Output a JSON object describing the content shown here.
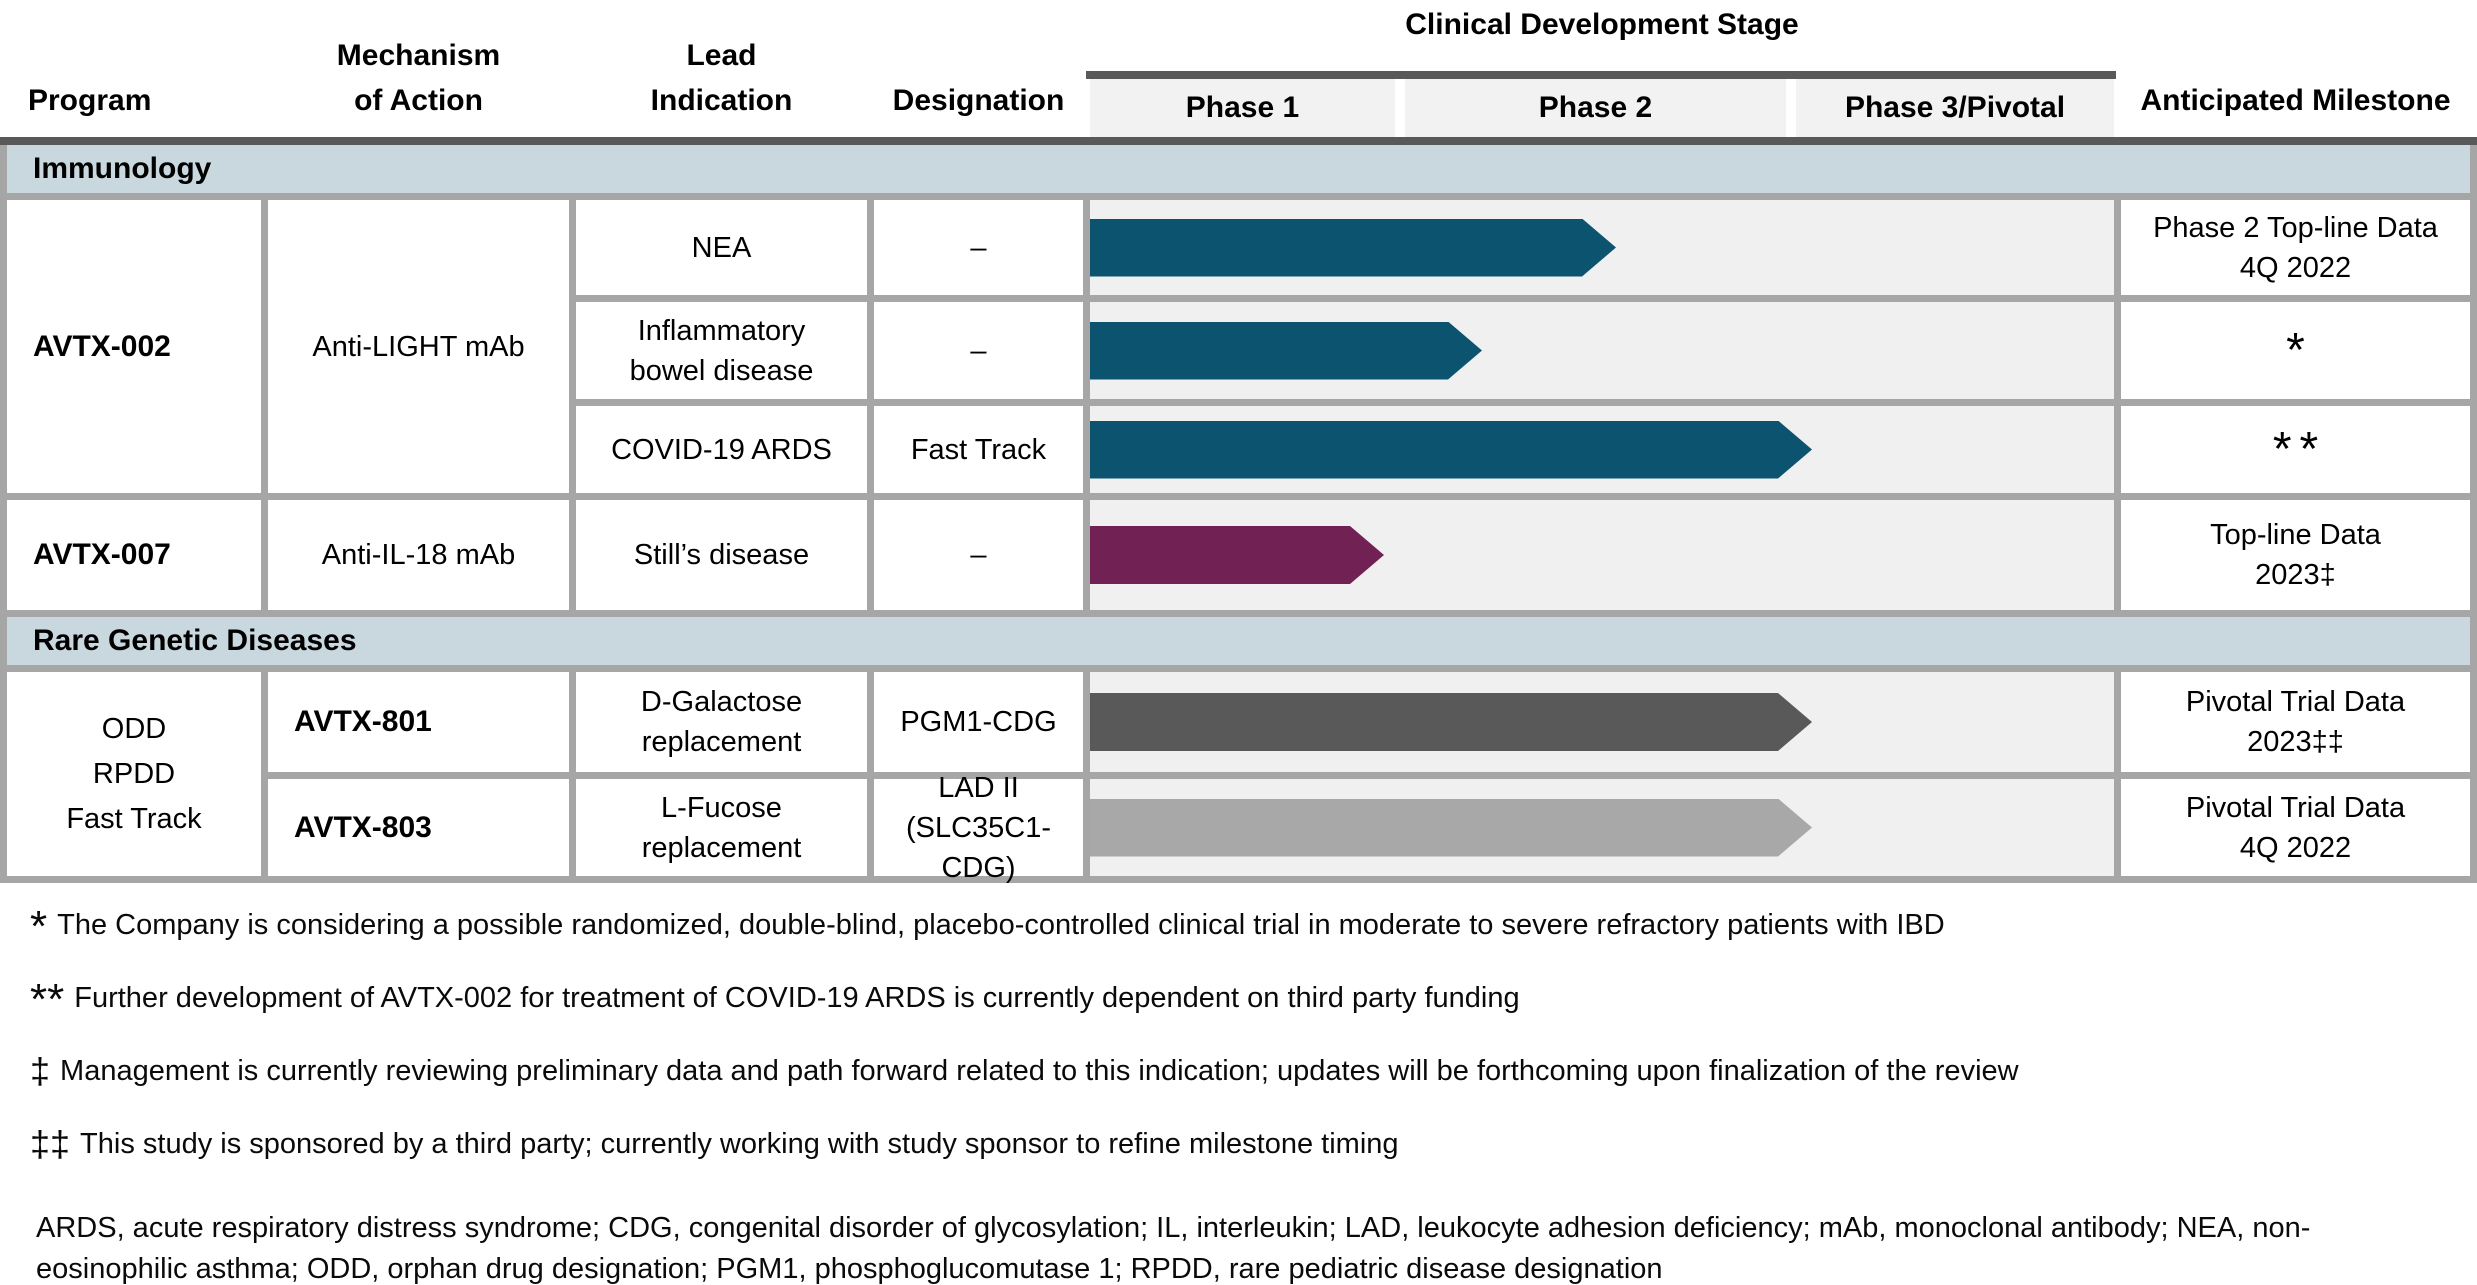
{
  "header": {
    "program": "Program",
    "mechanism": "Mechanism\nof Action",
    "lead": "Lead\nIndication",
    "designation": "Designation",
    "stage_title": "Clinical Development Stage",
    "phases": [
      "Phase 1",
      "Phase 2",
      "Phase 3/Pivotal"
    ],
    "milestone": "Anticipated Milestone"
  },
  "sections": {
    "immunology": "Immunology",
    "rare": "Rare Genetic Diseases"
  },
  "rows": {
    "avtx002": {
      "program": "AVTX-002",
      "mechanism": "Anti-LIGHT mAb"
    },
    "nea": {
      "indication": "NEA",
      "designation": "–",
      "milestone": "Phase 2 Top-line Data\n4Q 2022"
    },
    "ibd": {
      "indication": "Inflammatory\nbowel disease",
      "designation": "–",
      "milestone": "*"
    },
    "covid": {
      "indication": "COVID-19 ARDS",
      "designation": "Fast Track",
      "milestone": "**"
    },
    "avtx007": {
      "program": "AVTX-007",
      "mechanism": "Anti-IL-18 mAb",
      "indication": "Still’s disease",
      "designation": "–",
      "milestone": "Top-line Data\n2023‡"
    },
    "avtx801": {
      "program": "AVTX-801",
      "mechanism": "D-Galactose\nreplacement",
      "indication": "PGM1-CDG",
      "milestone": "Pivotal Trial Data\n2023‡‡"
    },
    "avtx803": {
      "program": "AVTX-803",
      "mechanism": "L-Fucose\nreplacement",
      "indication": "LAD II\n(SLC35C1-CDG)",
      "milestone": "Pivotal Trial Data\n4Q 2022"
    },
    "shared_designation": "ODD\nRPDD\nFast Track"
  },
  "bars": {
    "nea": {
      "style": "width:526px;background:#0B536F"
    },
    "ibd": {
      "style": "width:392px;background:#0B536F"
    },
    "covid": {
      "style": "width:722px;background:#0B536F"
    },
    "avtx007": {
      "style": "width:294px;background:#722155"
    },
    "avtx801": {
      "style": "width:722px;background:#595959"
    },
    "avtx803": {
      "style": "width:722px;background:#A8A8A8"
    }
  },
  "chart_data": {
    "type": "bar",
    "orientation": "horizontal",
    "title": "Clinical Development Stage",
    "x_axis": {
      "categories": [
        "Phase 1",
        "Phase 2",
        "Phase 3/Pivotal"
      ],
      "range": [
        0,
        3
      ],
      "grid": false
    },
    "legend": "none",
    "rows": [
      {
        "section": "Immunology",
        "program": "AVTX-002",
        "mechanism": "Anti-LIGHT mAb",
        "indication": "NEA",
        "designation": "–",
        "end_phase": 1.55,
        "color": "#0B536F",
        "milestone": "Phase 2 Top-line Data 4Q 2022"
      },
      {
        "section": "Immunology",
        "program": "AVTX-002",
        "mechanism": "Anti-LIGHT mAb",
        "indication": "Inflammatory bowel disease",
        "designation": "–",
        "end_phase": 1.2,
        "color": "#0B536F",
        "milestone": "*"
      },
      {
        "section": "Immunology",
        "program": "AVTX-002",
        "mechanism": "Anti-LIGHT mAb",
        "indication": "COVID-19 ARDS",
        "designation": "Fast Track",
        "end_phase": 2.05,
        "color": "#0B536F",
        "milestone": "**"
      },
      {
        "section": "Immunology",
        "program": "AVTX-007",
        "mechanism": "Anti-IL-18 mAb",
        "indication": "Still’s disease",
        "designation": "–",
        "end_phase": 0.95,
        "color": "#722155",
        "milestone": "Top-line Data 2023‡"
      },
      {
        "section": "Rare Genetic Diseases",
        "program": "AVTX-801",
        "mechanism": "D-Galactose replacement",
        "indication": "PGM1-CDG",
        "designation": "ODD RPDD Fast Track",
        "end_phase": 2.05,
        "color": "#595959",
        "milestone": "Pivotal Trial Data 2023‡‡"
      },
      {
        "section": "Rare Genetic Diseases",
        "program": "AVTX-803",
        "mechanism": "L-Fucose replacement",
        "indication": "LAD II (SLC35C1-CDG)",
        "designation": "ODD RPDD Fast Track",
        "end_phase": 2.05,
        "color": "#A8A8A8",
        "milestone": "Pivotal Trial Data 4Q 2022"
      }
    ]
  },
  "footnotes": [
    {
      "symbol": "*",
      "text": "The Company is considering a possible randomized, double-blind, placebo-controlled clinical trial in moderate to severe refractory patients with IBD"
    },
    {
      "symbol": "**",
      "text": "Further development of AVTX-002 for treatment of COVID-19 ARDS is currently dependent on third party funding"
    },
    {
      "symbol": "‡",
      "text": "Management is currently reviewing preliminary data and path forward related to this indication; updates will be forthcoming upon finalization of the review"
    },
    {
      "symbol": "‡‡",
      "text": "This study is sponsored by a third party; currently working with study sponsor to refine milestone timing"
    }
  ],
  "abbreviations": "ARDS, acute respiratory distress syndrome; CDG, congenital disorder of glycosylation; IL, interleukin; LAD, leukocyte adhesion deficiency; mAb, monoclonal antibody; NEA, non-eosinophilic asthma; ODD, orphan drug designation; PGM1, phosphoglucomutase 1; RPDD, rare pediatric disease designation"
}
